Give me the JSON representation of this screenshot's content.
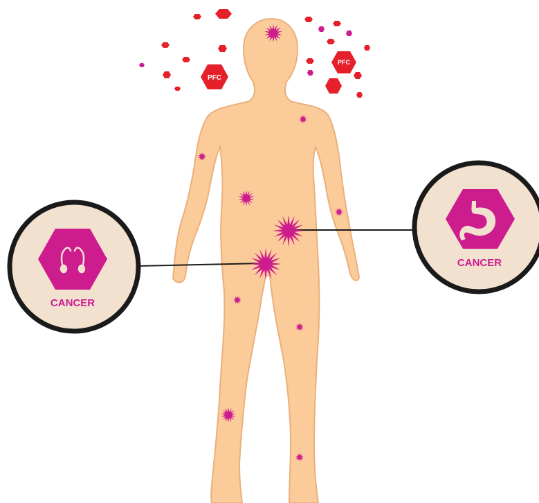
{
  "colors": {
    "skin": "#fccb9a",
    "skin_outline": "#e9b07c",
    "accent_red": "#e5202b",
    "accent_magenta": "#cc1c8e",
    "circle_fill": "#f3e1d0",
    "circle_border": "#1a1a1a",
    "line": "#1a1a1a",
    "white": "#ffffff"
  },
  "pfc_labels": [
    "PFC",
    "PFC"
  ],
  "callouts": {
    "left": {
      "label": "CANCER",
      "icon": "testes-icon"
    },
    "right": {
      "label": "CANCER",
      "icon": "stomach-icon"
    }
  }
}
